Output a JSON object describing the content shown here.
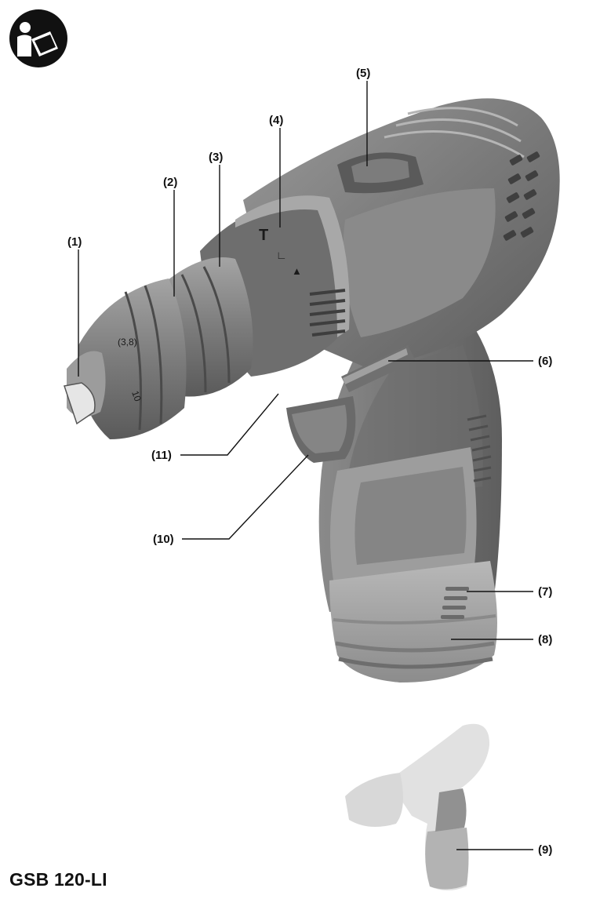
{
  "callouts": {
    "c1": "(1)",
    "c2": "(2)",
    "c3": "(3)",
    "c4": "(4)",
    "c5": "(5)",
    "c6": "(6)",
    "c7": "(7)",
    "c8": "(8)",
    "c9": "(9)",
    "c10": "(10)",
    "c11": "(11)"
  },
  "model_name": "GSB 120-LI",
  "icons": {
    "manual": "read-manual-icon"
  },
  "colors": {
    "ink": "#111111",
    "body_dark": "#6e6e6e",
    "body_mid": "#8c8c8c",
    "body_light": "#bdbdbd",
    "faded": "#d6d6d6"
  }
}
